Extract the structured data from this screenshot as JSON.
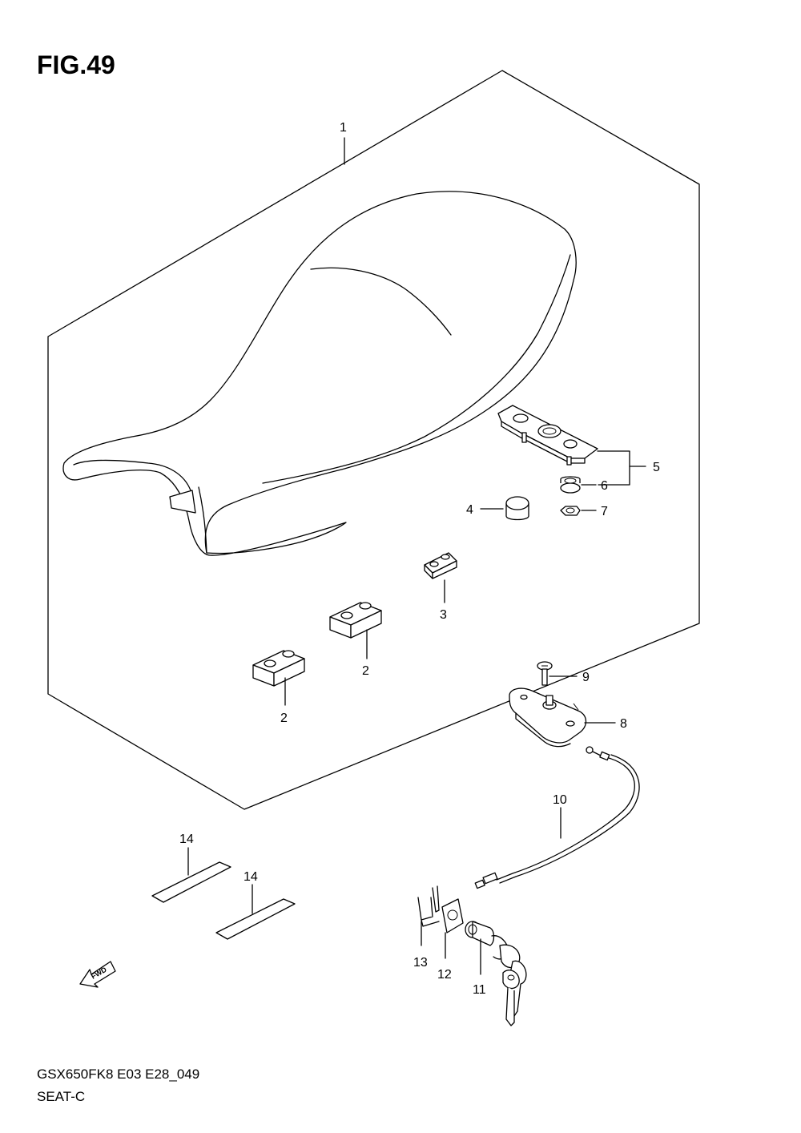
{
  "figure": {
    "title": "FIG.49"
  },
  "callouts": {
    "c1": "1",
    "c2a": "2",
    "c2b": "2",
    "c3": "3",
    "c4": "4",
    "c5": "5",
    "c6": "6",
    "c7": "7",
    "c8": "8",
    "c9": "9",
    "c10": "10",
    "c11": "11",
    "c12": "12",
    "c13": "13",
    "c14a": "14",
    "c14b": "14"
  },
  "fwd_label": "FWD",
  "footer": {
    "model_code": "GSX650FK8 E03 E28_049",
    "section": "SEAT-C"
  }
}
